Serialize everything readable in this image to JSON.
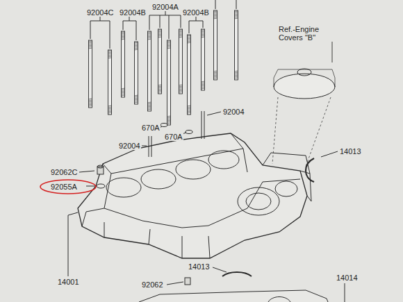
{
  "diagram": {
    "labels": [
      "92004C",
      "92004B",
      "92004A",
      "92004B",
      "Ref.-Engine Covers \"B\"",
      "92004",
      "670A",
      "670A",
      "92004",
      "14013",
      "92062C",
      "92055A",
      "14001",
      "14013",
      "92062",
      "14014"
    ]
  }
}
